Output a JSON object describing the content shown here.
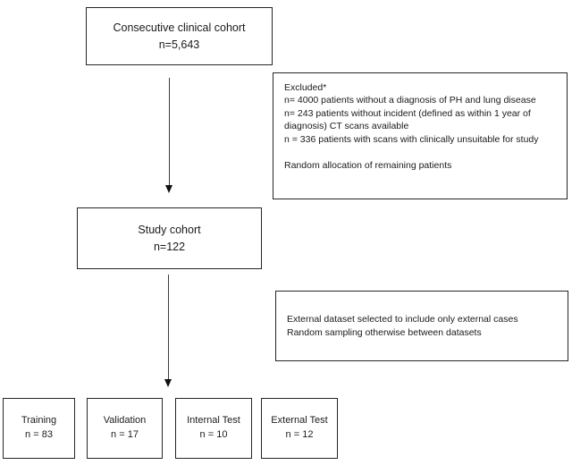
{
  "diagram": {
    "consecutive_box": {
      "line1": "Consecutive clinical cohort",
      "line2": "n=5,643"
    },
    "excluded_box": {
      "lines": [
        "Excluded*",
        "n= 4000 patients without a diagnosis of PH and lung disease",
        "n= 243 patients without incident (defined as within 1 year of diagnosis) CT scans available",
        "n = 336 patients with scans with clinically unsuitable for study",
        "",
        "Random allocation of remaining patients"
      ]
    },
    "study_box": {
      "line1": "Study cohort",
      "line2": "n=122"
    },
    "external_note_box": {
      "lines": [
        "External dataset selected to include only external cases",
        "Random sampling otherwise between datasets"
      ]
    },
    "bottom_boxes": [
      {
        "label": "Training",
        "n": "n = 83"
      },
      {
        "label": "Validation",
        "n": "n = 17"
      },
      {
        "label": "Internal Test",
        "n": "n = 10"
      },
      {
        "label": "External Test",
        "n": "n = 12"
      }
    ],
    "colors": {
      "border": "#262626",
      "text": "#1a1a1a",
      "arrow": "#3d3d3d",
      "background": "#ffffff"
    }
  }
}
